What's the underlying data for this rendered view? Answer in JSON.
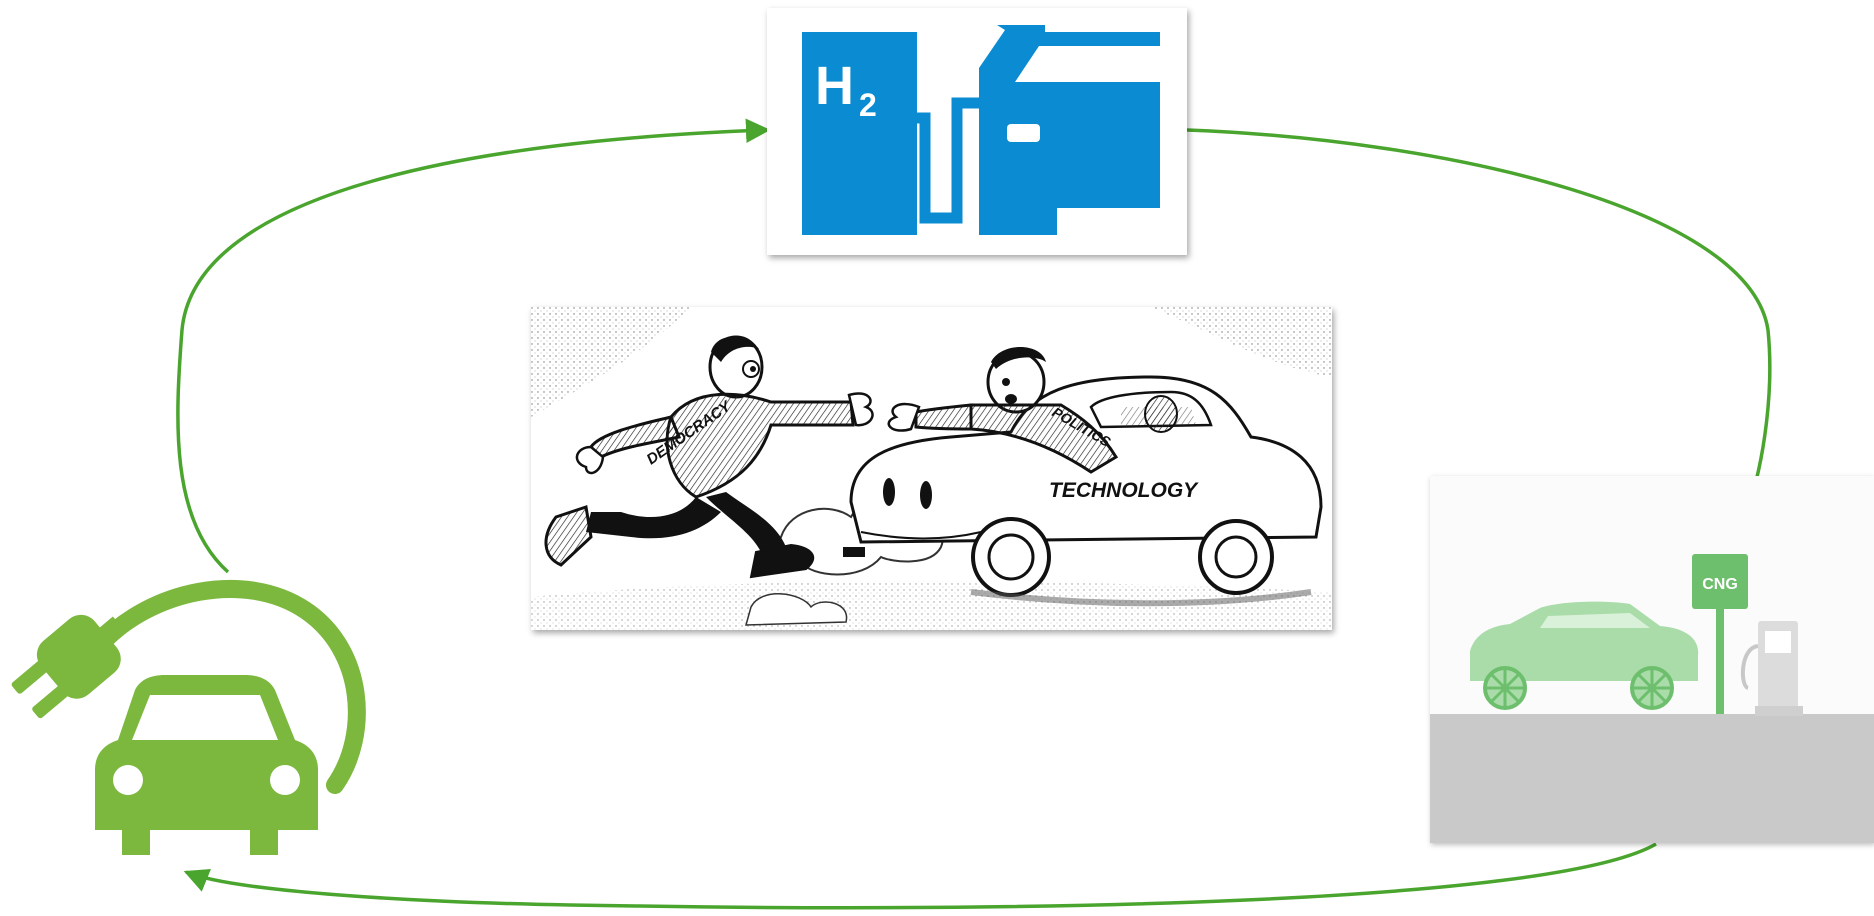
{
  "diagram": {
    "nodes": {
      "hydrogen_station": {
        "symbol_text": "H",
        "symbol_subscript": "2",
        "icon": "hydrogen-fuel-pump-with-car-icon",
        "color": "#0a8bd2"
      },
      "cartoon": {
        "runner_label": "DEMOCRACY",
        "driver_label": "POLITICS",
        "car_label": "TECHNOLOGY"
      },
      "cng_station": {
        "sign_text": "CNG",
        "icon": "cng-station-with-car-icon",
        "accent_color": "#6dbf6d"
      },
      "electric_vehicle": {
        "icon": "electric-car-plug-icon",
        "color": "#7cb83e"
      }
    },
    "connectors": {
      "color": "#4aa52e",
      "arrows": [
        {
          "from": "electric_vehicle",
          "to": "hydrogen_station"
        },
        {
          "from": "hydrogen_station",
          "to": "cng_station"
        },
        {
          "from": "cng_station",
          "to": "electric_vehicle"
        }
      ]
    }
  }
}
